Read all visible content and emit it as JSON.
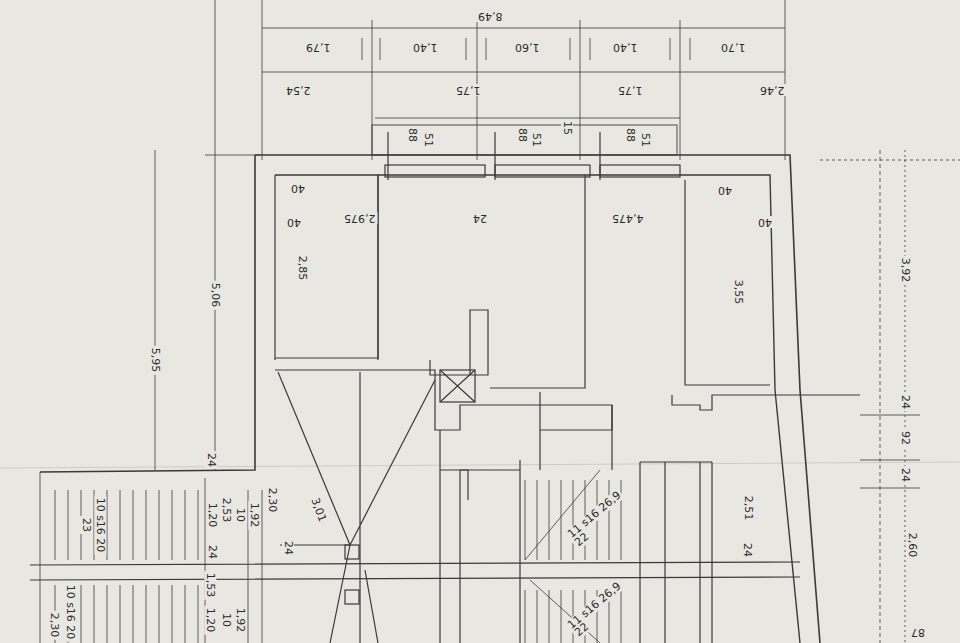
{
  "diagram": {
    "labels": [
      "8,49",
      "1,79",
      "1,40",
      "1,60",
      "1,40",
      "1,70",
      "2,54",
      "1,75",
      "1,75",
      "2,46",
      "88",
      "51",
      "88",
      "51",
      "15",
      "88",
      "51",
      "40",
      "40",
      "2,975",
      "24",
      "4,475",
      "40",
      "40",
      "2,85",
      "3,55",
      "5,95",
      "5,06",
      "3,92",
      "24",
      "92",
      "24",
      "2,60",
      "87",
      "2,51",
      "24",
      "24",
      "3,01",
      "2,30",
      "24",
      "1,92",
      "10",
      "2,53",
      "1,20",
      "24",
      "1,53",
      "1,20",
      "1,92",
      "10",
      "10 s16 20",
      "23",
      "10 s16 20",
      "2,30",
      "11 s16 26,9",
      "22",
      "11 s16 26,9",
      "22"
    ]
  }
}
